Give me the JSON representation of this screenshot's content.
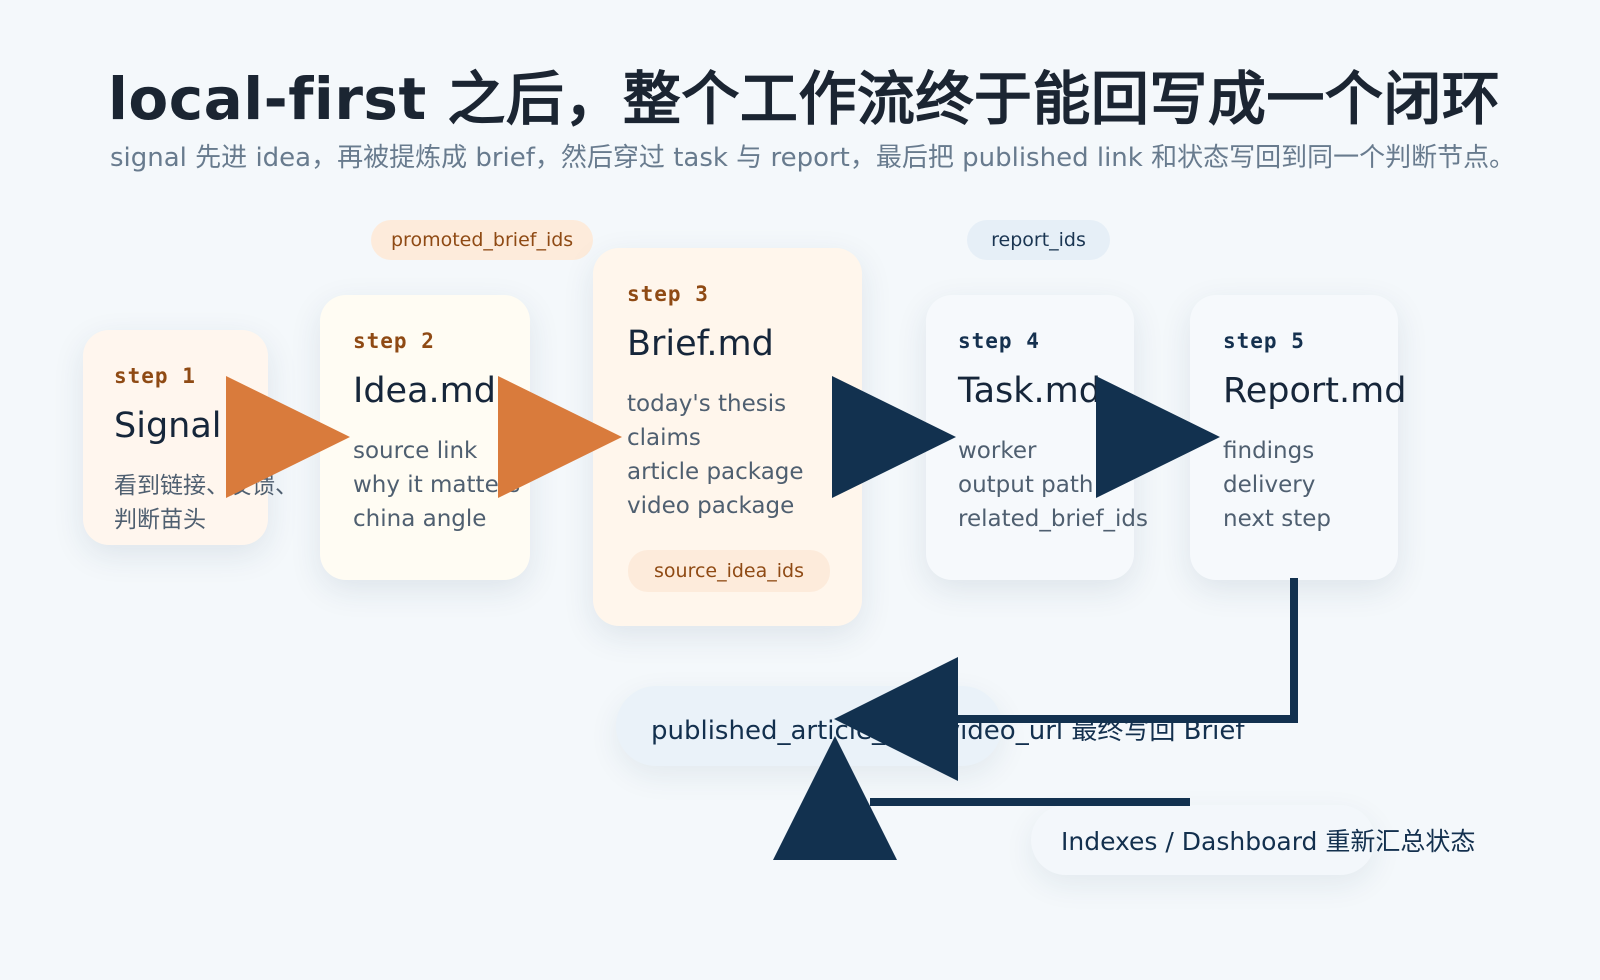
{
  "title": "local-first 之后，整个工作流终于能回写成一个闭环",
  "subtitle": "signal 先进 idea，再被提炼成 brief，然后穿过 task 与 report，最后把 published link 和状态写回到同一个判断节点。",
  "chips": {
    "promoted": "promoted_brief_ids",
    "report": "report_ids",
    "source": "source_idea_ids"
  },
  "steps": [
    {
      "step": "step 1",
      "title": "Signal",
      "items": [
        "看到链接、反馈、",
        "判断苗头"
      ]
    },
    {
      "step": "step 2",
      "title": "Idea.md",
      "items": [
        "source link",
        "why it matters",
        "china angle"
      ]
    },
    {
      "step": "step 3",
      "title": "Brief.md",
      "items": [
        "today's thesis",
        "claims",
        "article package",
        "video package"
      ]
    },
    {
      "step": "step 4",
      "title": "Task.md",
      "items": [
        "worker",
        "output path",
        "related_brief_ids"
      ]
    },
    {
      "step": "step 5",
      "title": "Report.md",
      "items": [
        "findings",
        "delivery",
        "next step"
      ]
    }
  ],
  "writeback": "published_article_url / video_url 最终写回 Brief",
  "dashboard": "Indexes / Dashboard 重新汇总状态",
  "colors": {
    "orange_arrow": "#d97b3c",
    "navy_arrow": "#12314f",
    "background": "#f4f8fb"
  }
}
